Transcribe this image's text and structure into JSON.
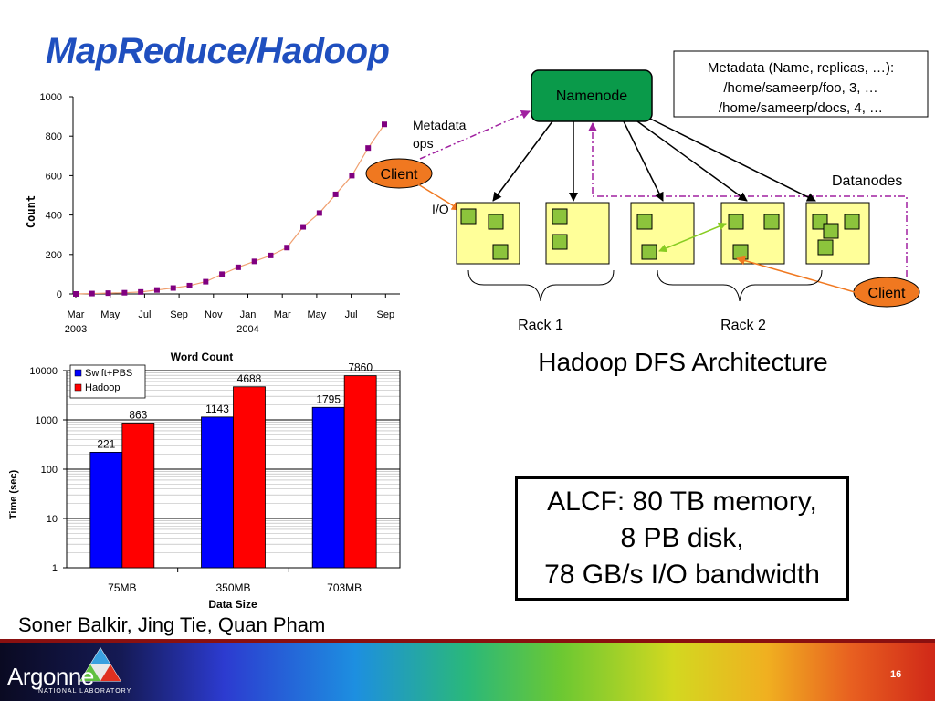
{
  "slide": {
    "title": "MapReduce/Hadoop",
    "authors": "Soner Balkir, Jing Tie, Quan Pham",
    "page_number": "16",
    "logo": {
      "name": "Argonne",
      "subtitle": "NATIONAL LABORATORY"
    }
  },
  "alcf": {
    "line1": "ALCF: 80 TB memory,",
    "line2": "8 PB disk,",
    "line3": "78 GB/s I/O bandwidth"
  },
  "architecture": {
    "caption": "Hadoop DFS Architecture",
    "namenode": "Namenode",
    "metadata_lines": [
      "Metadata (Name, replicas, …):",
      "/home/sameerp/foo, 3, …",
      "/home/sameerp/docs, 4, …"
    ],
    "metadata_ops": [
      "Metadata",
      "ops"
    ],
    "client": "Client",
    "io_label": "I/O",
    "datanodes": "Datanodes",
    "racks": [
      "Rack 1",
      "Rack 2"
    ],
    "colors": {
      "namenode": "#0a9a4a",
      "client": "#f07820",
      "datanode": "#ffff99",
      "block": "#8cc43c",
      "dashed": "#a020a0",
      "replication": "#88cc22"
    }
  },
  "chart_data": [
    {
      "type": "line",
      "ylabel": "Count",
      "ylim": [
        0,
        1000
      ],
      "yticks": [
        0,
        200,
        400,
        600,
        800,
        1000
      ],
      "xtick_labels": [
        "Mar",
        "May",
        "Jul",
        "Sep",
        "Nov",
        "Jan",
        "Mar",
        "May",
        "Jul",
        "Sep"
      ],
      "year_labels": [
        "2003",
        "2004"
      ],
      "marker_color": "#800080",
      "values": [
        0,
        2,
        4,
        6,
        10,
        20,
        30,
        42,
        62,
        100,
        135,
        165,
        195,
        235,
        340,
        410,
        505,
        600,
        740,
        860
      ]
    },
    {
      "type": "bar",
      "title": "Word Count",
      "xlabel": "Data Size",
      "ylabel": "Time (sec)",
      "yscale": "log",
      "ylim": [
        1,
        10000
      ],
      "yticks": [
        1,
        10,
        100,
        1000,
        10000
      ],
      "categories": [
        "75MB",
        "350MB",
        "703MB"
      ],
      "series": [
        {
          "name": "Swift+PBS",
          "color": "#0000ff",
          "values": [
            221,
            1143,
            1795
          ]
        },
        {
          "name": "Hadoop",
          "color": "#ff0000",
          "values": [
            863,
            4688,
            7860
          ]
        }
      ]
    }
  ]
}
